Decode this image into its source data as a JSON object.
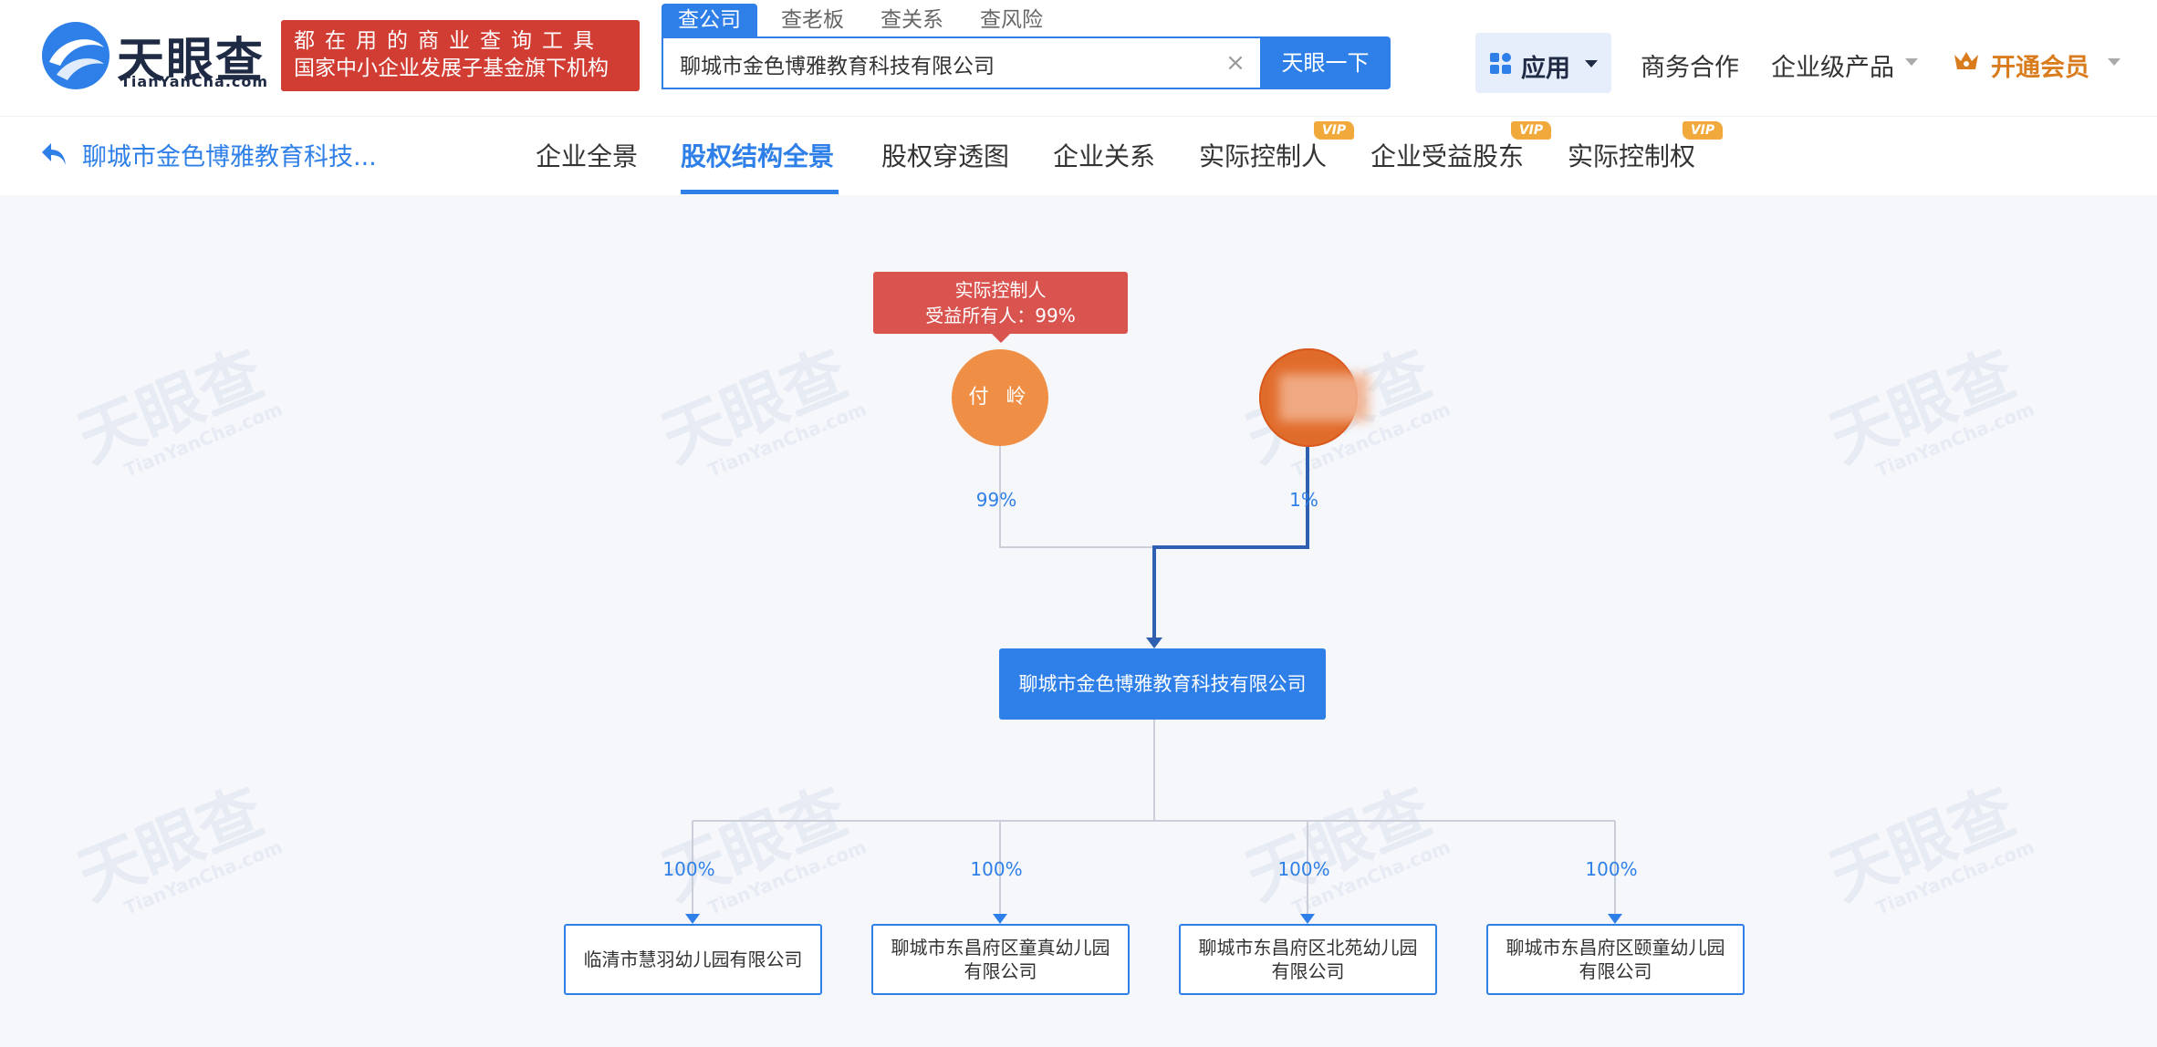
{
  "brand": {
    "logo_text": "天眼查",
    "logo_sub": "TianYanCha.com",
    "slogan_line1": "都在用的商业查询工具",
    "slogan_line2": "国家中小企业发展子基金旗下机构"
  },
  "search": {
    "tabs": [
      "查公司",
      "查老板",
      "查关系",
      "查风险"
    ],
    "active_tab": "查公司",
    "value": "聊城市金色博雅教育科技有限公司",
    "clear_icon": "×",
    "button_label": "天眼一下"
  },
  "header_nav": {
    "app_label": "应用",
    "business": "商务合作",
    "enterprise": "企业级产品",
    "vip": "开通会员"
  },
  "subnav": {
    "company_short": "聊城市金色博雅教育科技...",
    "tabs": [
      "企业全景",
      "股权结构全景",
      "股权穿透图",
      "企业关系",
      "实际控制人",
      "企业受益股东",
      "实际控制权"
    ],
    "active_tab": "股权结构全景",
    "vip_tag": "VIP"
  },
  "diagram": {
    "controller_badge": {
      "line1": "实际控制人",
      "line2": "受益所有人：99%"
    },
    "shareholders": [
      {
        "name": "付 岭",
        "percent": "99%"
      },
      {
        "name": "",
        "percent": "1%"
      }
    ],
    "company": "聊城市金色博雅教育科技有限公司",
    "subsidiaries": [
      {
        "name": "临清市慧羽幼儿园有限公司",
        "percent": "100%"
      },
      {
        "name": "聊城市东昌府区童真幼儿园有限公司",
        "percent": "100%"
      },
      {
        "name": "聊城市东昌府区北苑幼儿园有限公司",
        "percent": "100%"
      },
      {
        "name": "聊城市东昌府区颐童幼儿园有限公司",
        "percent": "100%"
      }
    ]
  },
  "watermark": {
    "text": "天眼查",
    "sub": "TianYanCha.com"
  },
  "colors": {
    "primary": "#2e7fe8",
    "controller_red": "#d9534f",
    "person_orange": "#ef8e45",
    "vip_gold": "#f0a93a"
  }
}
